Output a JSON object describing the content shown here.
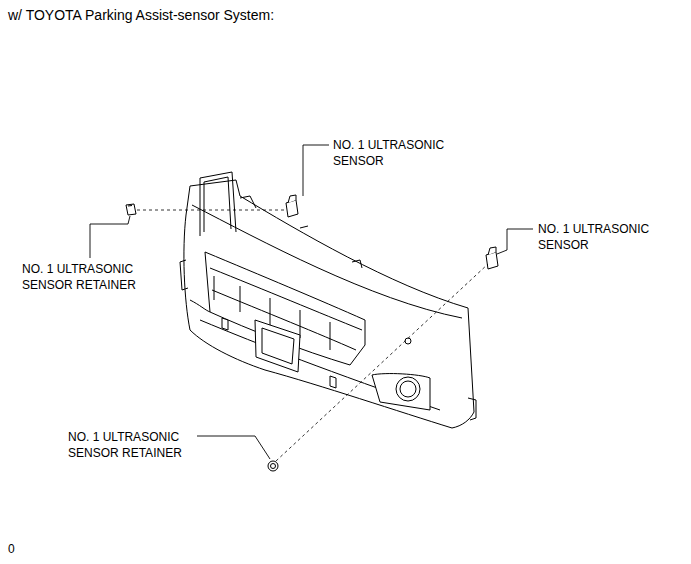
{
  "diagram": {
    "title": "w/ TOYOTA Parking Assist-sensor System:",
    "labels": [
      "NO. 1 ULTRASONIC SENSOR",
      "NO. 1 ULTRASONIC SENSOR",
      "NO. 1 ULTRASONIC SENSOR RETAINER",
      "NO. 1 ULTRASONIC SENSOR RETAINER",
      "0"
    ]
  }
}
